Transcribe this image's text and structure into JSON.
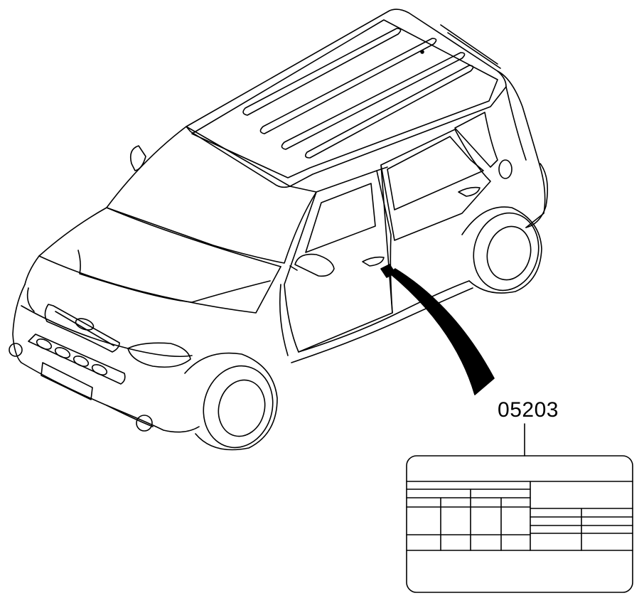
{
  "callout": {
    "part_number": "05203"
  },
  "colors": {
    "line": "#000000",
    "background": "#ffffff"
  },
  "icons": {
    "vehicle": "suv-line-drawing",
    "label": "tire-pressure-label-diagram"
  }
}
